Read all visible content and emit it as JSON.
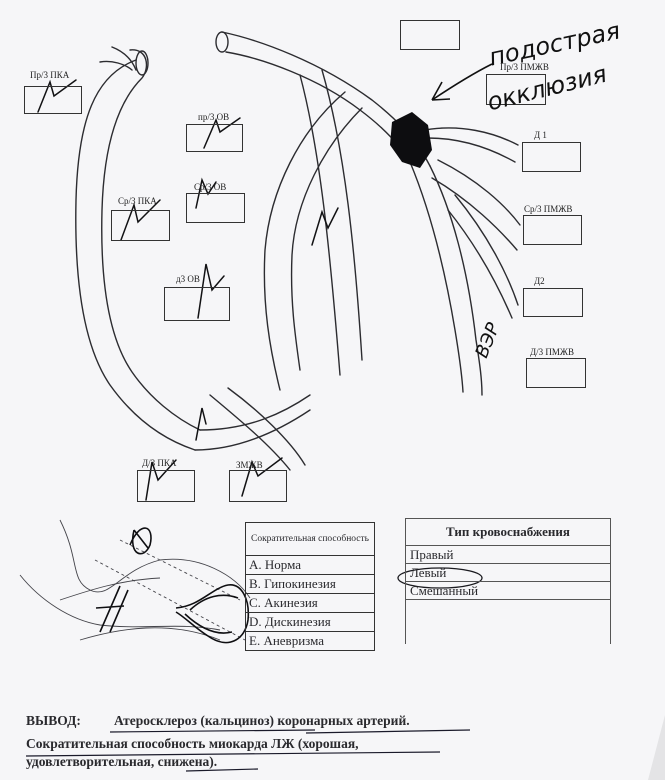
{
  "segment_labels": {
    "pr3_pka": "Пр/3 ПКА",
    "pr3_ov": "пр/3 ОВ",
    "sr3_pka": "Ср/3 ПКА",
    "sr3_ov": "Ср/3 ОВ",
    "d3_ov": "д3 ОВ",
    "d3_pka": "Д/3 ПКА",
    "zmzhv": "ЗМЖВ",
    "pr3_pmzhv": "Пр/3 ПМЖВ",
    "d1": "Д 1",
    "sr3_pmzhv": "Ср/3 ПМЖВ",
    "d2": "Д2",
    "d3_pmzhv": "Д/3 ПМЖВ"
  },
  "contractility": {
    "header": "Сократительная способность",
    "options": [
      "А. Норма",
      "В. Гипокинезия",
      "С. Акинезия",
      "D. Дискинезия",
      "Е. Аневризма"
    ]
  },
  "blood_supply": {
    "header": "Тип кровоснабжения",
    "options": [
      "Правый",
      "Левый",
      "Смешанный"
    ]
  },
  "conclusion": {
    "prefix": "ВЫВОД:",
    "line1": "Атеросклероз (кальциноз) коронарных артерий.",
    "line2": "Сократительная способность миокарда ЛЖ  (хорошая,",
    "line3": "удовлетворительная, снижена)."
  },
  "handwriting": {
    "note_line1": "подострая",
    "note_line2": "окклюзия",
    "side_note": "ВЭР"
  }
}
